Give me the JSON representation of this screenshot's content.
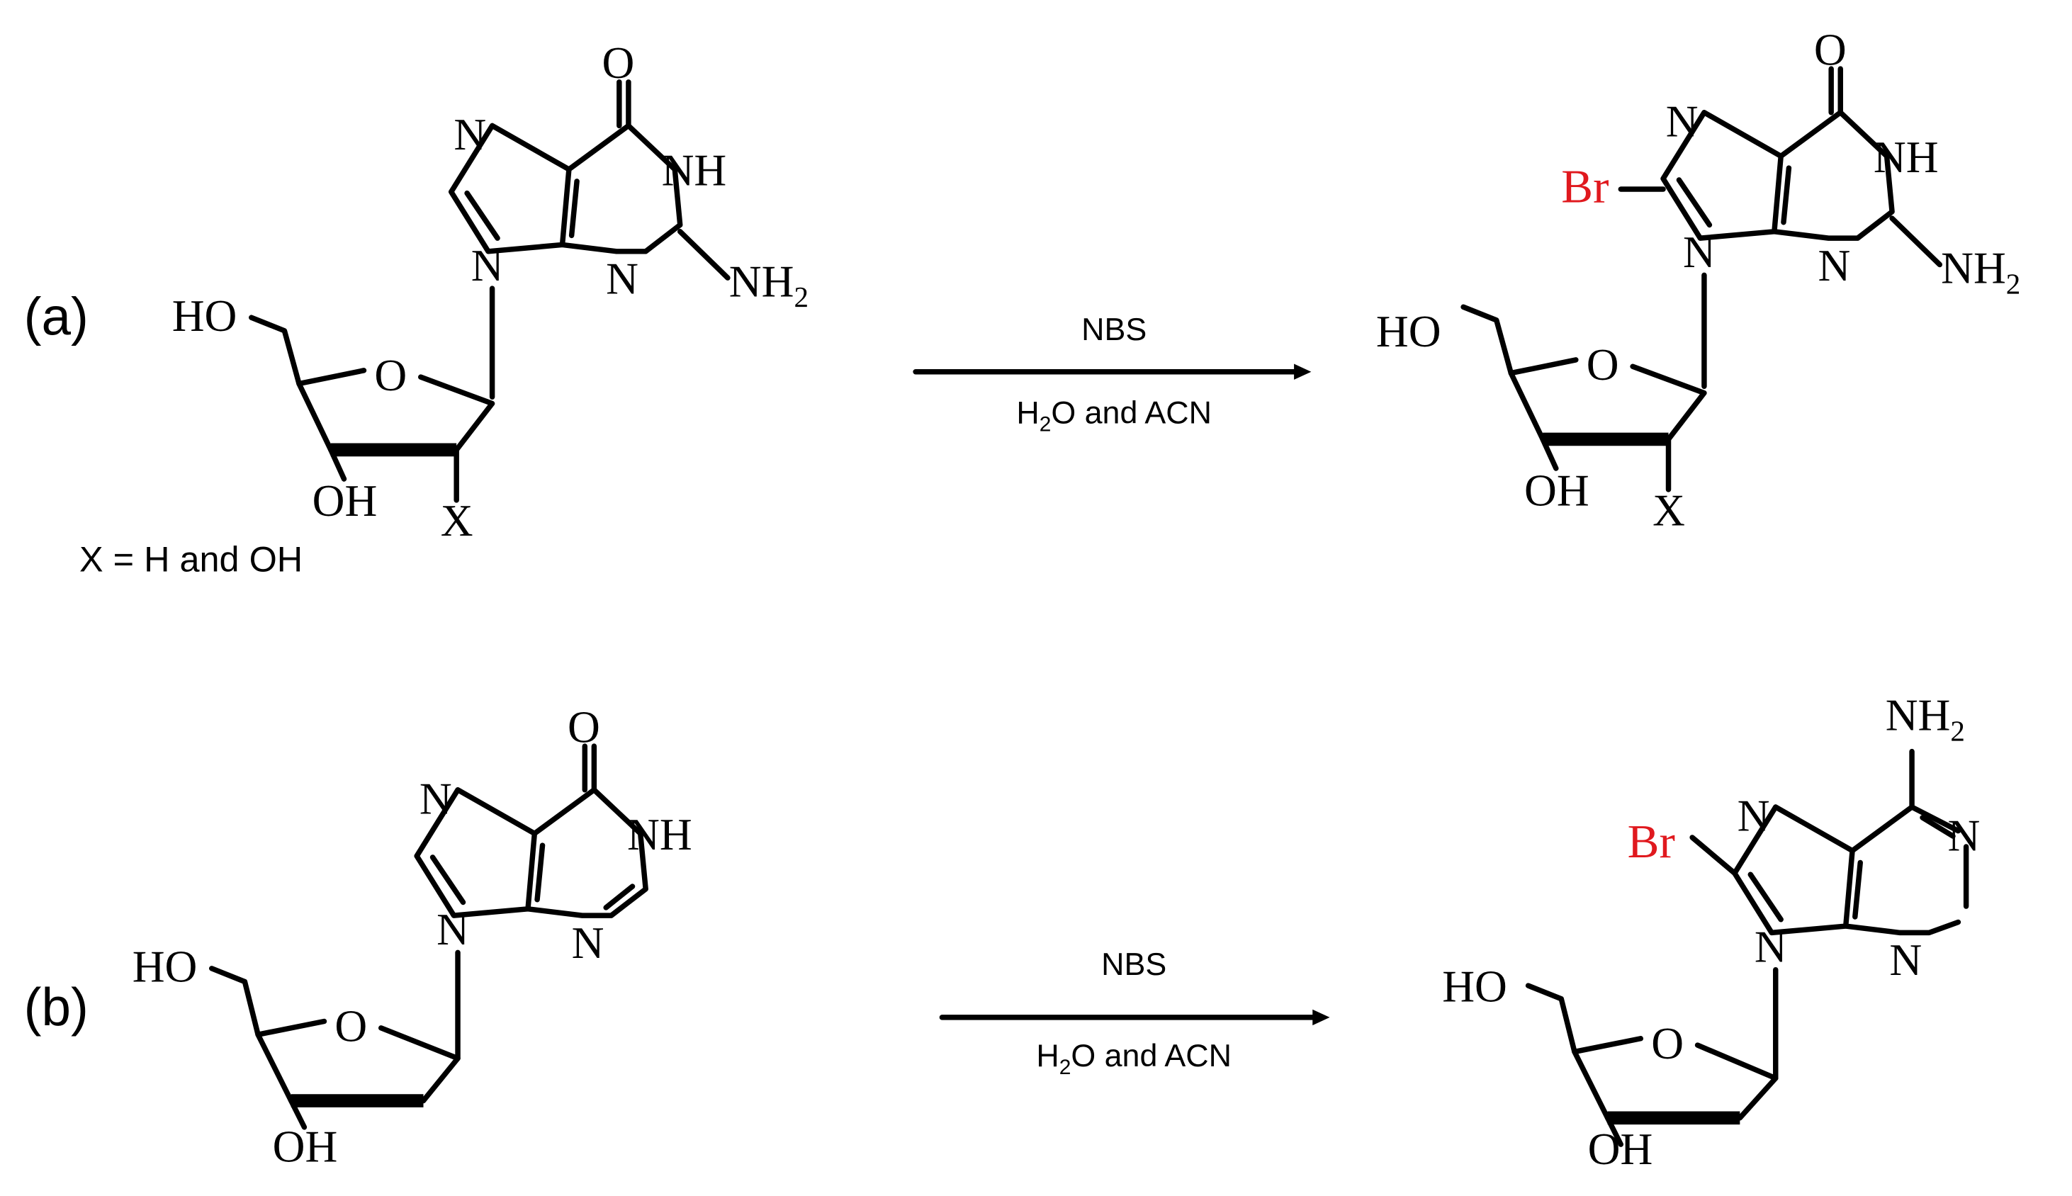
{
  "panels": {
    "a": {
      "label": "(a)",
      "note": "X = H and OH",
      "reagent_above": "NBS",
      "reagent_below_pre": "H",
      "reagent_below_sub": "2",
      "reagent_below_post": "O and ACN"
    },
    "b": {
      "label": "(b)",
      "reagent_above": "NBS",
      "reagent_below_pre": "H",
      "reagent_below_sub": "2",
      "reagent_below_post": "O and ACN"
    }
  },
  "atoms": {
    "O": "O",
    "N": "N",
    "NH": "NH",
    "NH2_main": "NH",
    "NH2_sub": "2",
    "HO": "HO",
    "OH": "OH",
    "X": "X",
    "Br": "Br"
  },
  "colors": {
    "bromine": "#e0191e",
    "ink": "#000000"
  }
}
